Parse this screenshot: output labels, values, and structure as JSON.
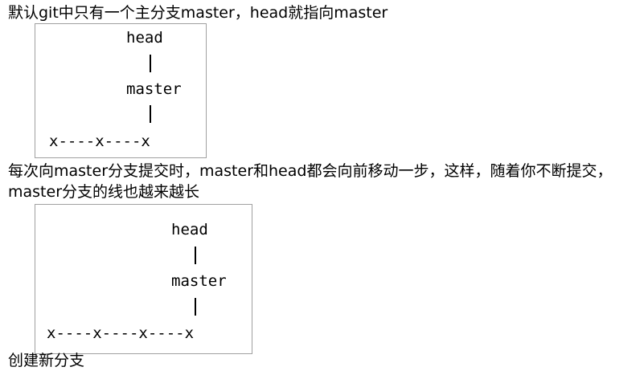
{
  "paragraphs": [
    "默认git中只有一个主分支master，head就指向master",
    "每次向master分支提交时，master和head都会向前移动一步，这样，随着你不断提交，master分支的线也越来越长",
    "创建新分支"
  ],
  "diagram1": {
    "head": "head",
    "branch": "master",
    "commits": "x----x----x"
  },
  "diagram2": {
    "head": "head",
    "branch": "master",
    "commits": "x----x----x----x"
  }
}
